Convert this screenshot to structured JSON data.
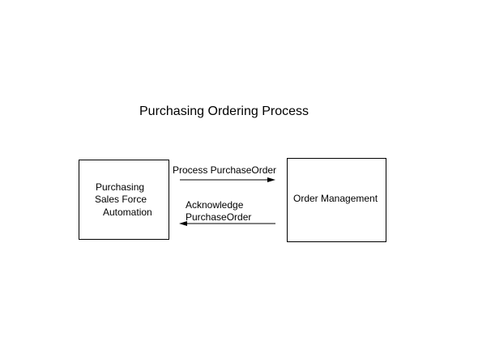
{
  "title": "Purchasing Ordering Process",
  "left_box": {
    "lines": [
      "Purchasing",
      "Sales Force",
      "Automation"
    ]
  },
  "right_box": {
    "label": "Order Management"
  },
  "arrow_request": {
    "label": "Process PurchaseOrder"
  },
  "arrow_response": {
    "lines": [
      "Acknowledge",
      "PurchaseOrder"
    ]
  },
  "colors": {
    "stroke": "#000000",
    "background": "#ffffff"
  }
}
